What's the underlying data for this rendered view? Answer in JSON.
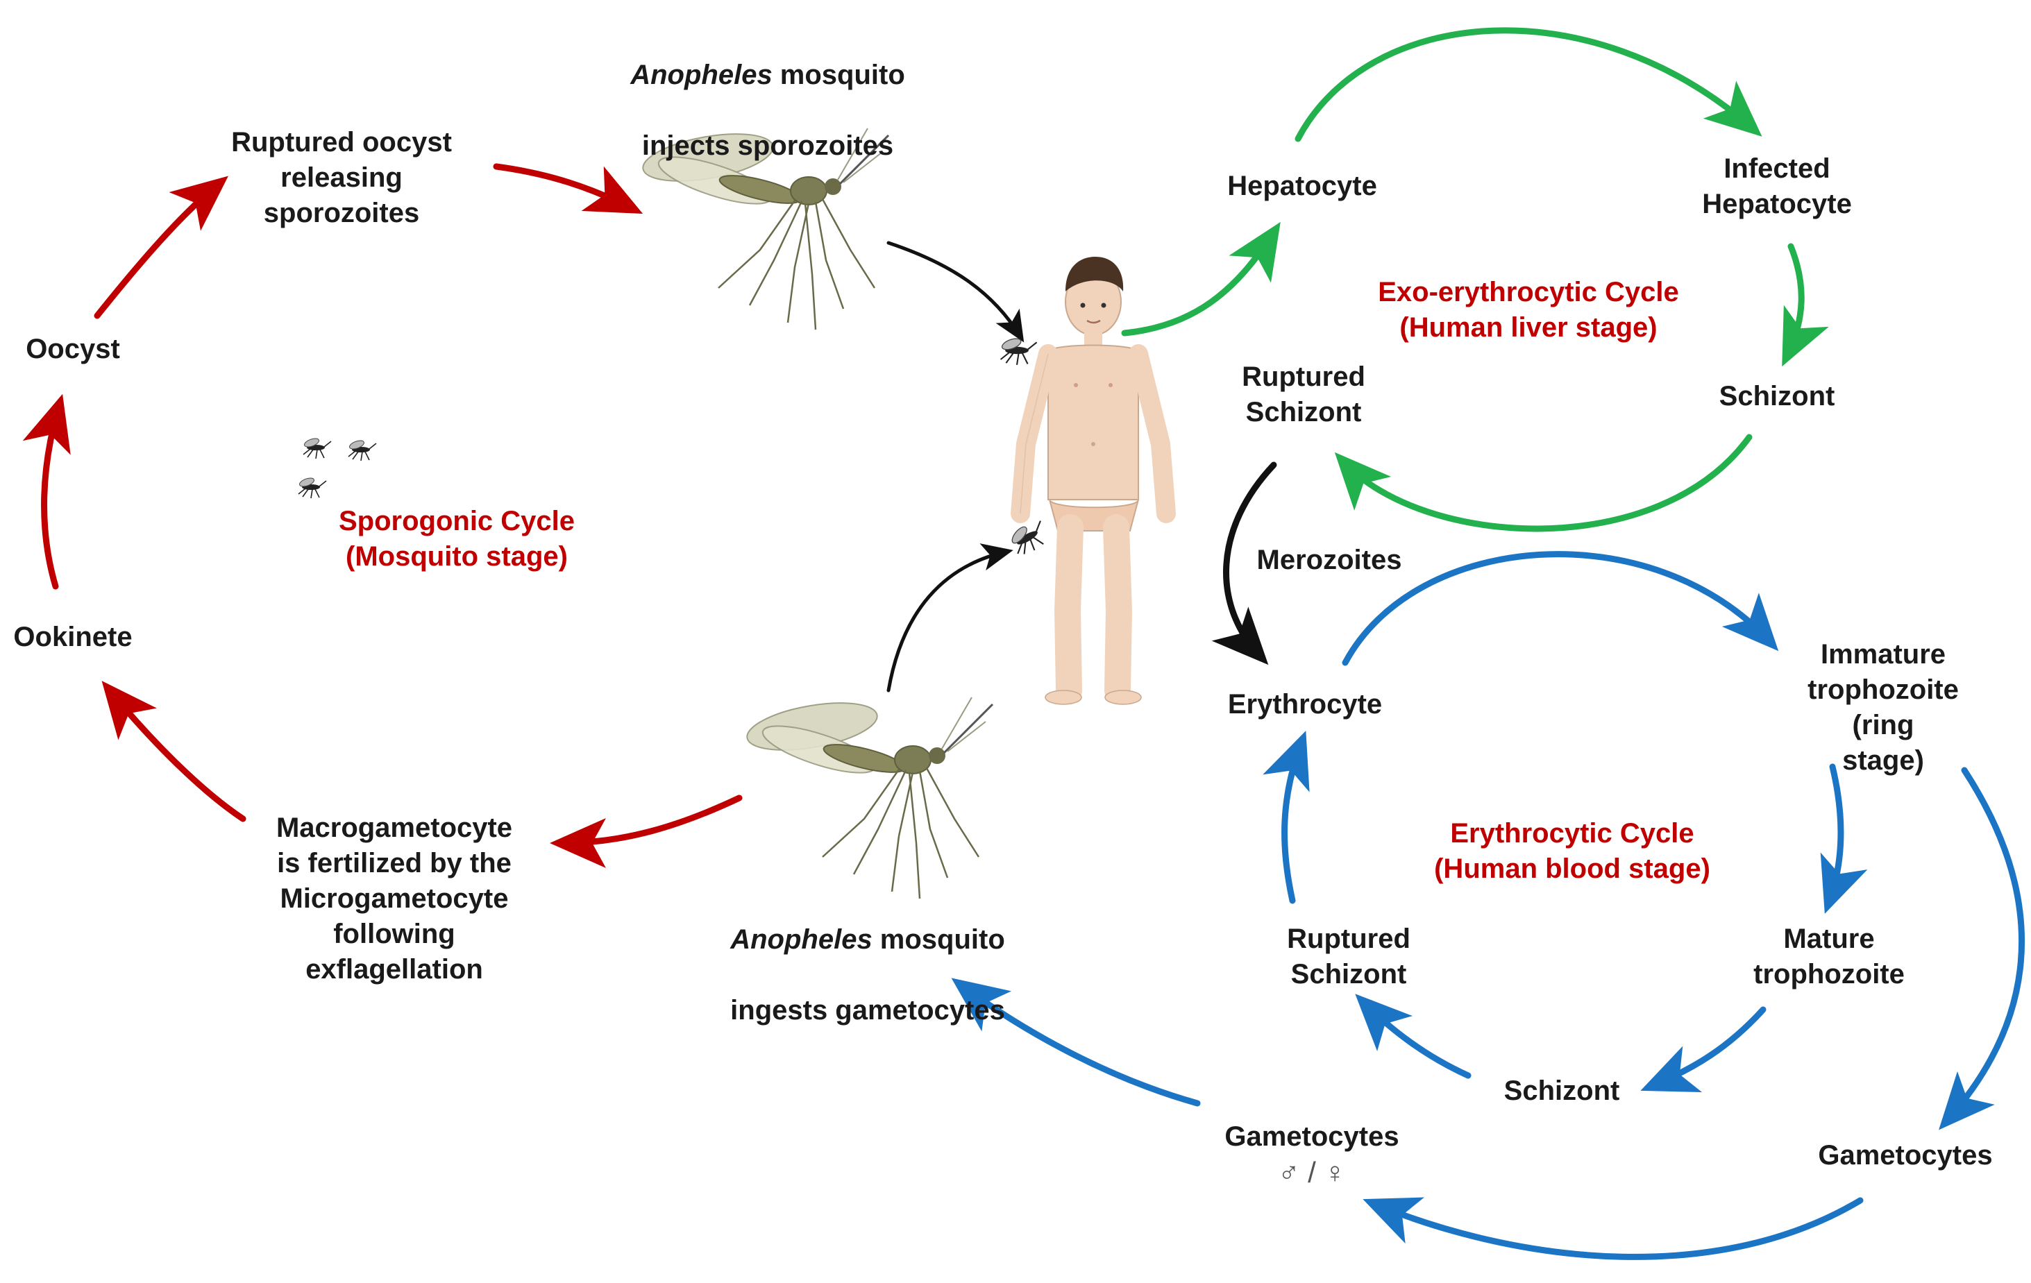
{
  "colors": {
    "sporogonic": "#c00000",
    "liver": "#22b14c",
    "blood": "#1b75c4",
    "connector": "#111111",
    "cycle_title": "#c00000",
    "text": "#1a1a1a",
    "mosquito_body": "#8a8a5e",
    "mosquito_wing": "#d8d8c0",
    "skin": "#f1d3bb",
    "hair": "#4a3323"
  },
  "icons": [
    "mosquito-icon",
    "child-figure",
    "mini-mosquitoes-icon"
  ],
  "mosquito": {
    "inject_label_italic": "Anopheles",
    "inject_label_rest": " mosquito",
    "inject_label_line2": "injects sporozoites",
    "ingest_label_italic": "Anopheles",
    "ingest_label_rest": " mosquito",
    "ingest_label_line2": "ingests gametocytes"
  },
  "sporogonic": {
    "title": "Sporogonic Cycle",
    "subtitle": "(Mosquito stage)",
    "ruptured_oocyst": "Ruptured oocyst\nreleasing\nsporozoites",
    "oocyst": "Oocyst",
    "ookinete": "Ookinete",
    "fertilization": "Macrogametocyte\nis fertilized by the\nMicrogametocyte\nfollowing\nexflagellation"
  },
  "liver": {
    "title": "Exo-erythrocytic Cycle",
    "subtitle": "(Human liver stage)",
    "hepatocyte": "Hepatocyte",
    "infected_hepatocyte": "Infected\nHepatocyte",
    "schizont": "Schizont",
    "ruptured_schizont": "Ruptured\nSchizont"
  },
  "transition": {
    "merozoites": "Merozoites"
  },
  "blood": {
    "title": "Erythrocytic Cycle",
    "subtitle": "(Human blood stage)",
    "erythrocyte": "Erythrocyte",
    "immature_trophozoite": "Immature\ntrophozoite\n(ring stage)",
    "mature_trophozoite": "Mature\ntrophozoite",
    "schizont": "Schizont",
    "ruptured_schizont": "Ruptured\nSchizont",
    "gametocytes_left": "Gametocytes",
    "gametocytes_symbols": "♂ / ♀",
    "gametocytes_right": "Gametocytes"
  }
}
